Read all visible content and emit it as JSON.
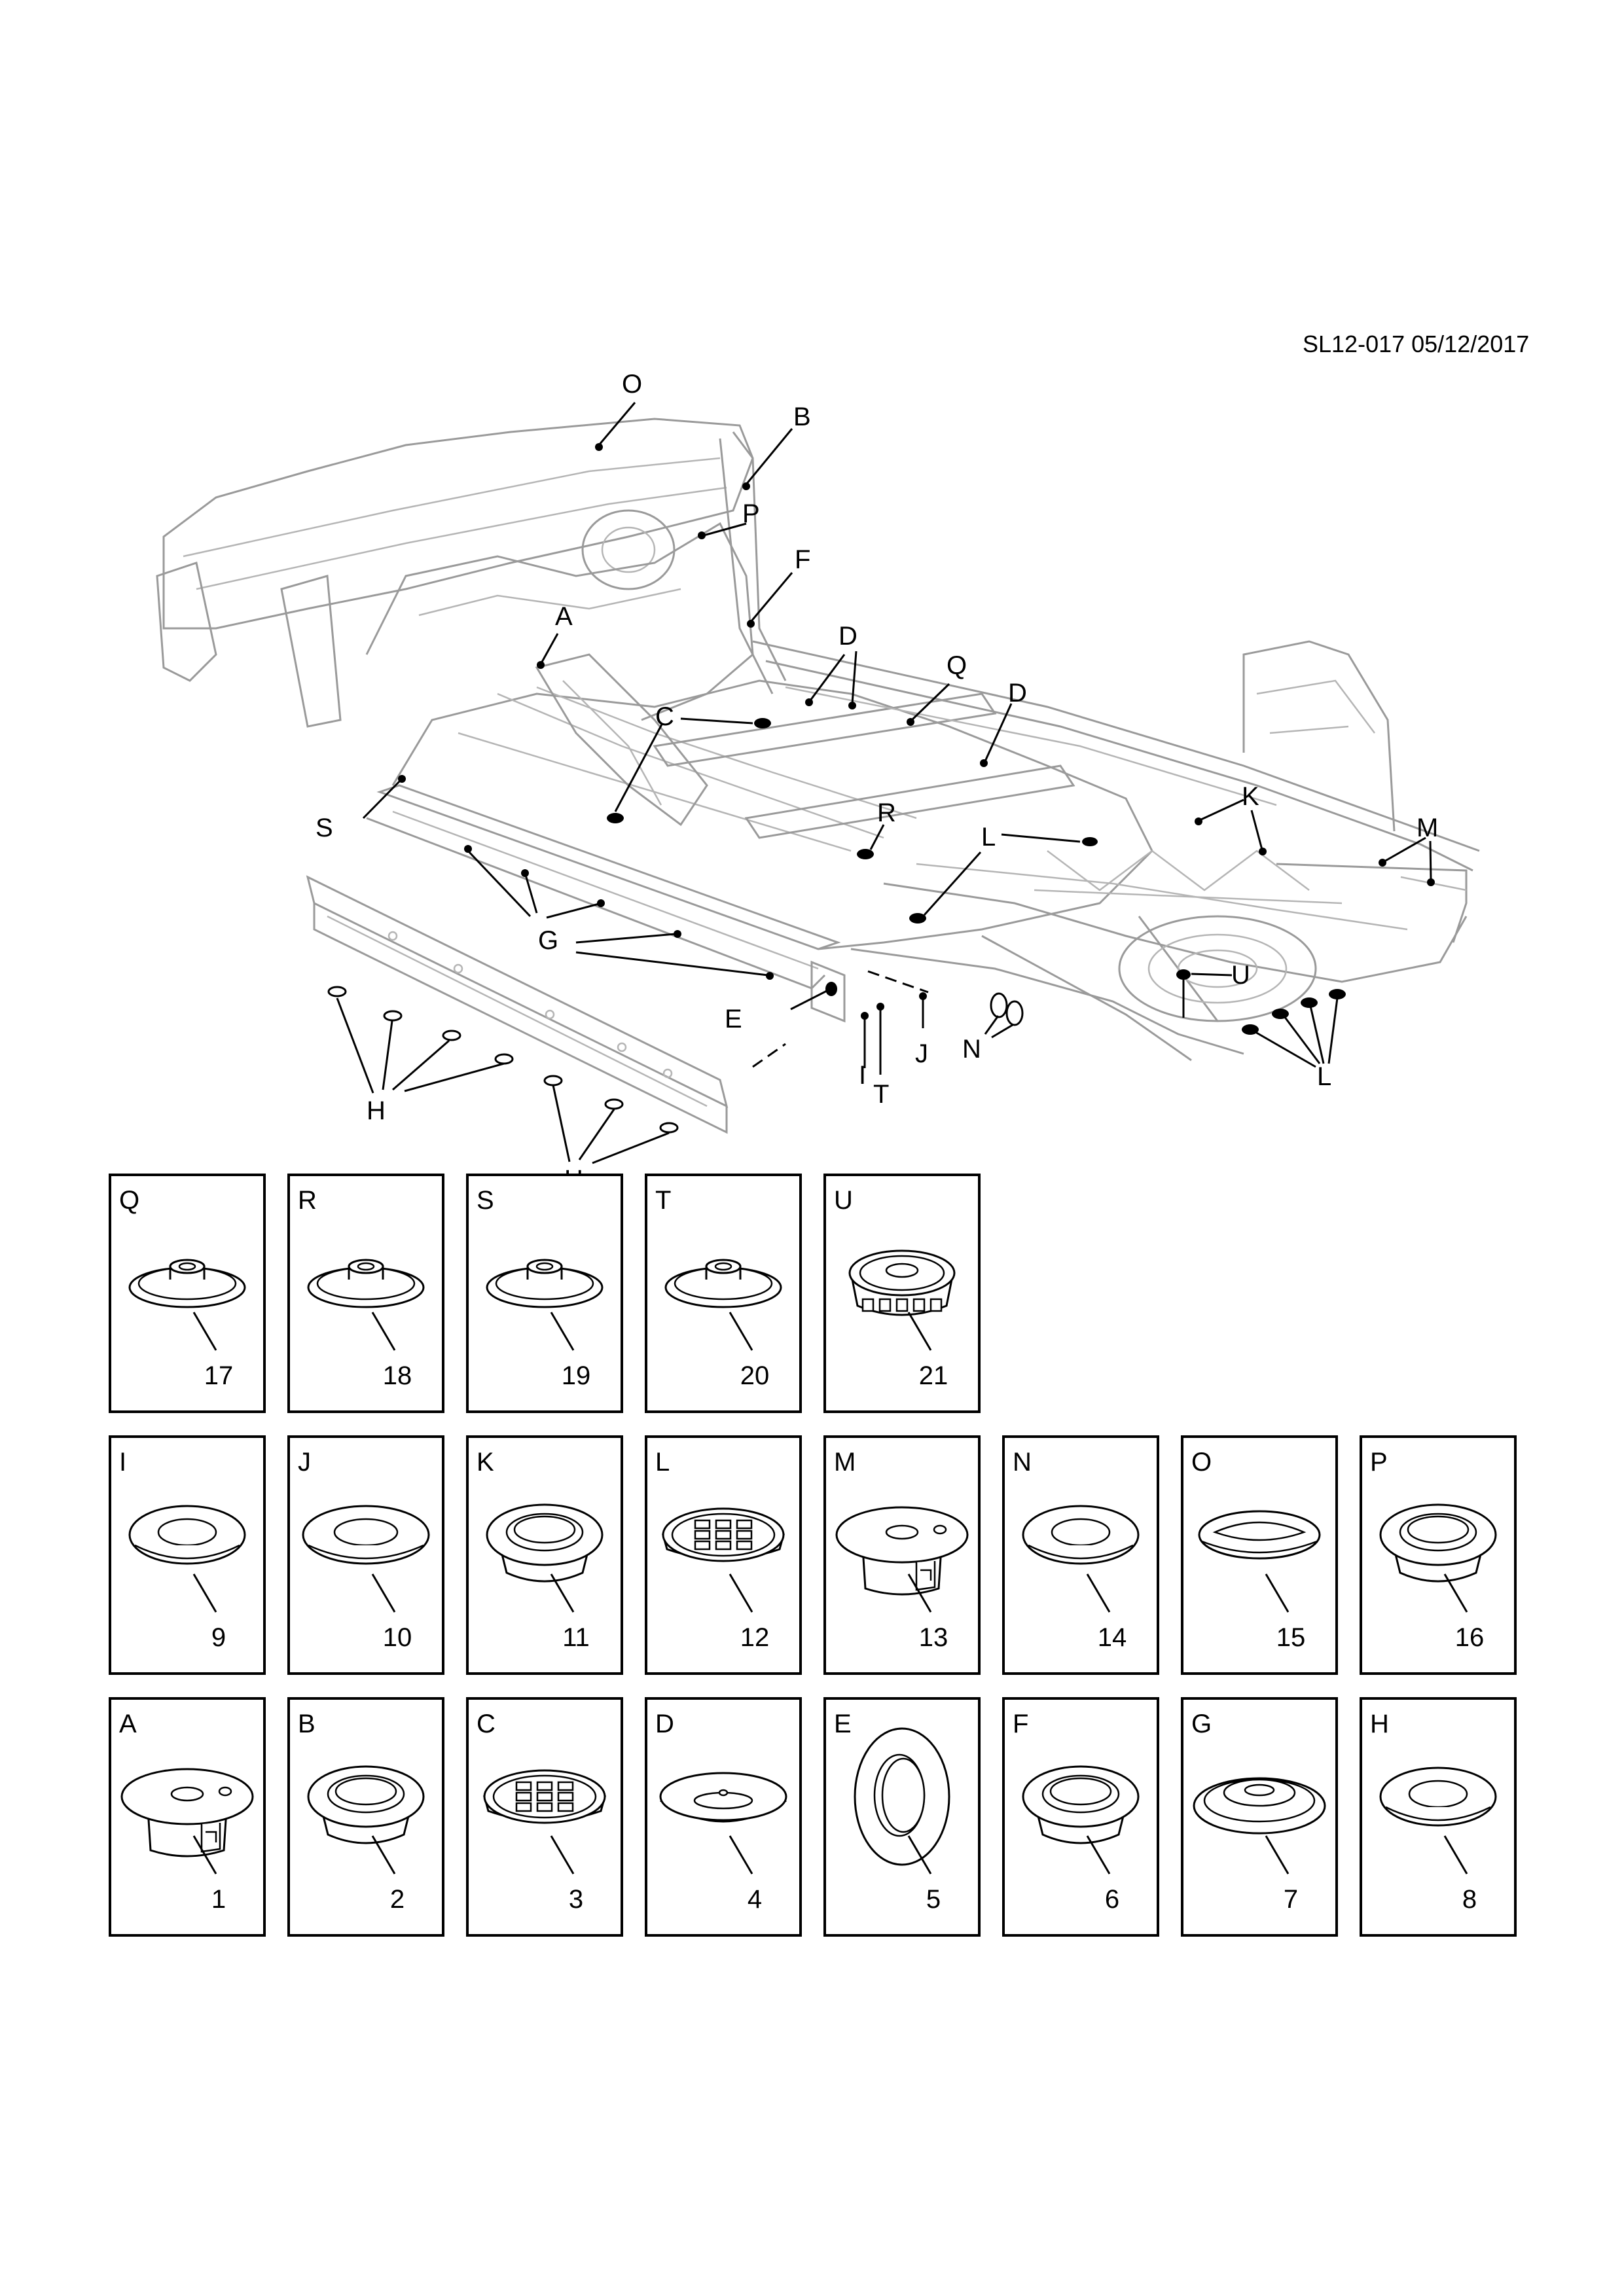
{
  "reference_code": "SL12-017 05/12/2017",
  "callouts": {
    "O": "O",
    "B": "B",
    "P": "P",
    "F": "F",
    "A": "A",
    "D": "D",
    "Q": "Q",
    "C": "C",
    "S": "S",
    "R": "R",
    "L": "L",
    "K": "K",
    "M": "M",
    "G": "G",
    "E": "E",
    "J": "J",
    "I": "I",
    "T": "T",
    "N": "N",
    "U": "U",
    "H": "H"
  },
  "parts": [
    {
      "letter": "Q",
      "number": "17",
      "style": "flat-boss"
    },
    {
      "letter": "R",
      "number": "18",
      "style": "flat-boss"
    },
    {
      "letter": "S",
      "number": "19",
      "style": "flat-boss"
    },
    {
      "letter": "T",
      "number": "20",
      "style": "flat-boss"
    },
    {
      "letter": "U",
      "number": "21",
      "style": "clip-plug"
    },
    {
      "letter": "I",
      "number": "9",
      "style": "ring"
    },
    {
      "letter": "J",
      "number": "10",
      "style": "ring-wide"
    },
    {
      "letter": "K",
      "number": "11",
      "style": "deep-ring"
    },
    {
      "letter": "L",
      "number": "12",
      "style": "grid-plug"
    },
    {
      "letter": "M",
      "number": "13",
      "style": "tab-plug"
    },
    {
      "letter": "N",
      "number": "14",
      "style": "ring"
    },
    {
      "letter": "O",
      "number": "15",
      "style": "flat-ring"
    },
    {
      "letter": "P",
      "number": "16",
      "style": "deep-ring"
    },
    {
      "letter": "A",
      "number": "1",
      "style": "tab-plug"
    },
    {
      "letter": "B",
      "number": "2",
      "style": "deep-ring"
    },
    {
      "letter": "C",
      "number": "3",
      "style": "grid-plug"
    },
    {
      "letter": "D",
      "number": "4",
      "style": "dome"
    },
    {
      "letter": "E",
      "number": "5",
      "style": "washer"
    },
    {
      "letter": "F",
      "number": "6",
      "style": "deep-ring"
    },
    {
      "letter": "G",
      "number": "7",
      "style": "stepped"
    },
    {
      "letter": "H",
      "number": "8",
      "style": "ring"
    }
  ]
}
